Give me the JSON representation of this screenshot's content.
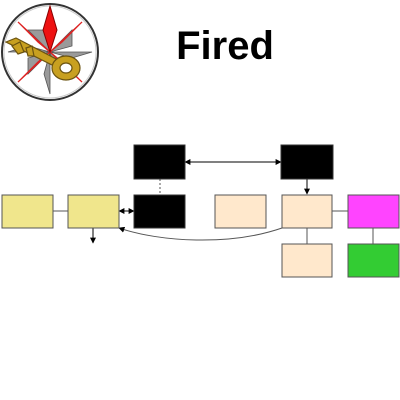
{
  "header": {
    "title": "Fired",
    "logo_icon": "compass-key-icon"
  },
  "colors": {
    "yellow": "#f0e68c",
    "black": "#000000",
    "cream": "#ffe8cc",
    "magenta": "#ff44ff",
    "green": "#33cc33",
    "compass_red": "#ee1111",
    "compass_gray": "#aaaaaa",
    "key_gold": "#c8a020"
  },
  "diagram": {
    "nodes": [
      {
        "id": "yellow-1",
        "color": "#f0e68c"
      },
      {
        "id": "yellow-2",
        "color": "#f0e68c"
      },
      {
        "id": "black-top-left",
        "color": "#000000"
      },
      {
        "id": "black-bottom",
        "color": "#000000"
      },
      {
        "id": "black-top-right",
        "color": "#000000"
      },
      {
        "id": "cream-left",
        "color": "#ffe8cc"
      },
      {
        "id": "cream-center",
        "color": "#ffe8cc"
      },
      {
        "id": "cream-bottom",
        "color": "#ffe8cc"
      },
      {
        "id": "magenta",
        "color": "#ff44ff"
      },
      {
        "id": "green",
        "color": "#33cc33"
      }
    ],
    "edges": [
      {
        "from": "yellow-1",
        "to": "yellow-2",
        "style": "line"
      },
      {
        "from": "yellow-2",
        "to": "black-bottom",
        "style": "double-arrow"
      },
      {
        "from": "black-top-left",
        "to": "black-bottom",
        "style": "dotted"
      },
      {
        "from": "black-top-left",
        "to": "black-top-right",
        "style": "double-arrow"
      },
      {
        "from": "black-top-right",
        "to": "cream-center",
        "style": "arrow"
      },
      {
        "from": "cream-center",
        "to": "magenta",
        "style": "line"
      },
      {
        "from": "cream-center",
        "to": "cream-bottom",
        "style": "line"
      },
      {
        "from": "magenta",
        "to": "green",
        "style": "line"
      },
      {
        "from": "cream-center",
        "to": "yellow-2",
        "style": "curved-arrow"
      },
      {
        "from": "yellow-2",
        "to": "down",
        "style": "arrow"
      }
    ]
  }
}
